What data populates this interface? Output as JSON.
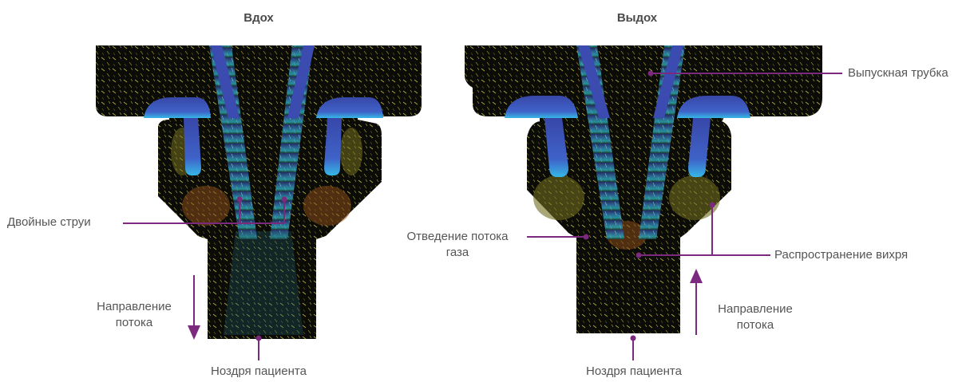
{
  "titles": {
    "left": "Вдох",
    "right": "Выдох"
  },
  "labels": {
    "twin_jets": "Двойные струи",
    "flow_direction_left_l1": "Направление",
    "flow_direction_left_l2": "потока",
    "nostril_left": "Ноздря пациента",
    "exhaust_tube": "Выпускная трубка",
    "gas_diversion_l1": "Отведение потока",
    "gas_diversion_l2": "газа",
    "vortex_spread": "Распространение вихря",
    "flow_direction_right_l1": "Направление",
    "flow_direction_right_l2": "потока",
    "nostril_right": "Ноздря пациента"
  },
  "colors": {
    "annotation": "#7b2a7e",
    "chamber": "#0b0b08",
    "tube": "#3a4fb8",
    "arrow": "#7b2a7e"
  }
}
